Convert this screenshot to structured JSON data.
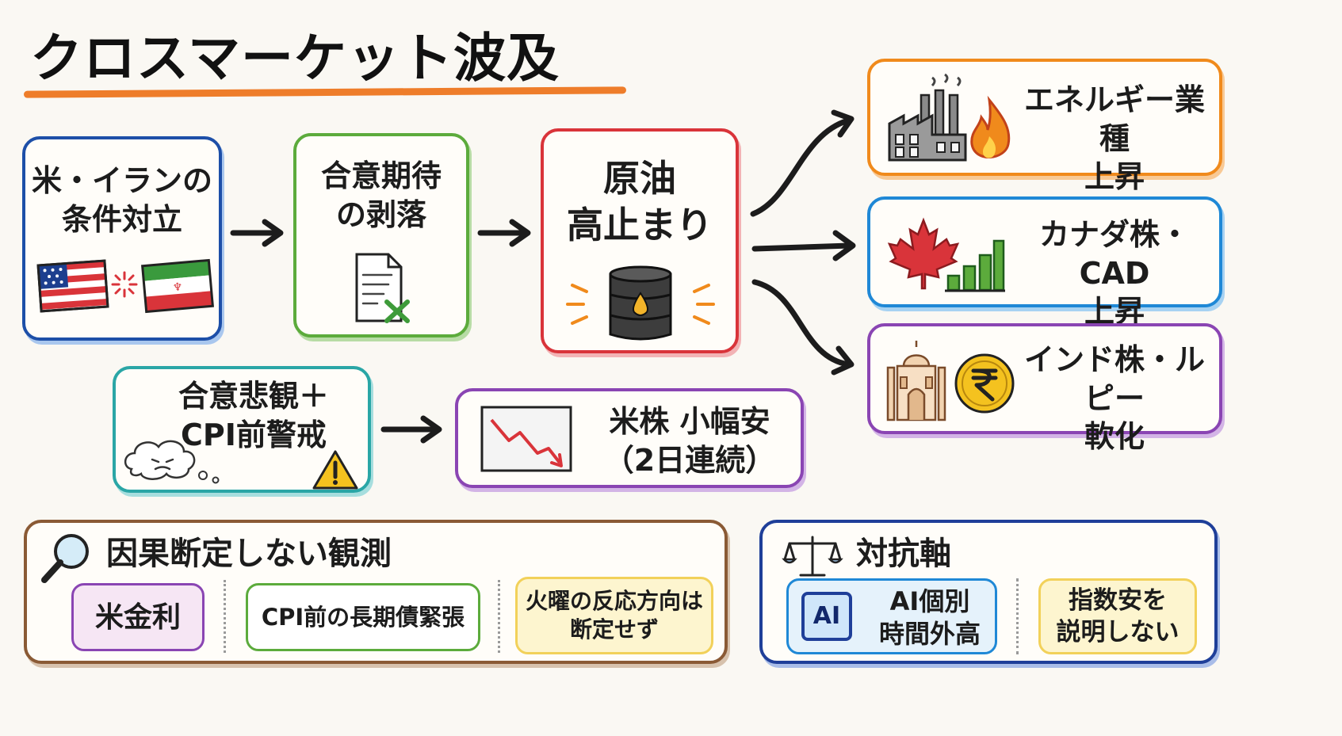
{
  "title": "クロスマーケット波及",
  "flow": {
    "us_iran": "米・イランの\n条件対立",
    "expectation": "合意期待\nの剥落",
    "oil": "原油\n高止まり",
    "pessimism": "合意悲観＋\nCPI前警戒",
    "us_stocks": "米株 小幅安\n（2日連続）"
  },
  "outcomes": {
    "energy": "エネルギー業種\n上昇",
    "canada": "カナダ株・CAD\n上昇",
    "india": "インド株・ルピー\n軟化"
  },
  "observation": {
    "heading": "因果断定しない観測",
    "items": [
      "米金利",
      "CPI前の長期債緊張",
      "火曜の反応方向は\n断定せず"
    ]
  },
  "counter": {
    "heading": "対抗軸",
    "ai_badge": "AI",
    "ai_text": "AI個別\n時間外高",
    "index_text": "指数安を\n説明しない"
  },
  "colors": {
    "blue": "#1d4fa8",
    "green": "#5cab3c",
    "red": "#d9343a",
    "orange": "#f08a1c",
    "sky": "#1f88d6",
    "purple": "#8a45b3",
    "teal": "#2aa6a6",
    "brown": "#8a5a35",
    "navy": "#1f3f99",
    "pink_fill": "#f6e6f4",
    "yellow_fill": "#fdf5cf",
    "lightblue_fill": "#e5f2fb"
  }
}
